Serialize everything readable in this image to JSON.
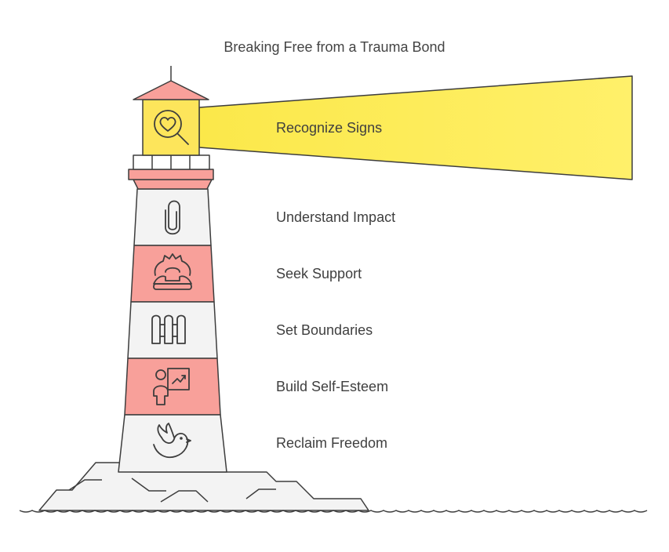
{
  "title": "Breaking Free from a Trauma Bond",
  "steps": [
    {
      "label": "Recognize Signs",
      "icon": "heart-magnifier-icon"
    },
    {
      "label": "Understand Impact",
      "icon": "paperclip-icon"
    },
    {
      "label": "Seek Support",
      "icon": "support-phone-icon"
    },
    {
      "label": "Set Boundaries",
      "icon": "fence-icon"
    },
    {
      "label": "Build Self-Esteem",
      "icon": "presenter-growth-icon"
    },
    {
      "label": "Reclaim Freedom",
      "icon": "dove-icon"
    }
  ],
  "colors": {
    "stripe_red": "#f8a09a",
    "stripe_white": "#f3f3f3",
    "lamp_yellow": "#fde55b",
    "beam_yellow": "#fbe84a",
    "outline": "#3d3d3d"
  }
}
